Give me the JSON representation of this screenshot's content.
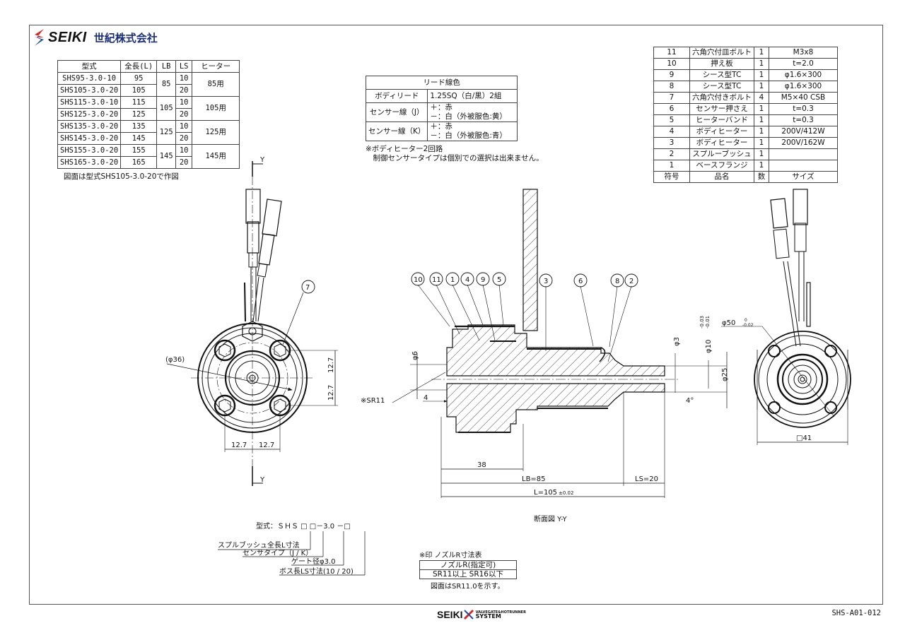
{
  "company": {
    "brand": "SEIKI",
    "name": "世紀株式会社",
    "brand_color": "#1a2e7a",
    "logo_colors": [
      "#d62828",
      "#1a4fa8"
    ]
  },
  "model_table": {
    "headers": [
      "型式",
      "全長(L)",
      "LB",
      "LS",
      "ヒーター"
    ],
    "rows": [
      {
        "model": "SHS95-3.0-10",
        "L": "95",
        "LB": "85",
        "LS": "10",
        "heater": "85用"
      },
      {
        "model": "SHS105-3.0-20",
        "L": "105",
        "LB": "85",
        "LS": "20",
        "heater": "85用"
      },
      {
        "model": "SHS115-3.0-10",
        "L": "115",
        "LB": "105",
        "LS": "10",
        "heater": "105用"
      },
      {
        "model": "SHS125-3.0-20",
        "L": "125",
        "LB": "105",
        "LS": "20",
        "heater": "105用"
      },
      {
        "model": "SHS135-3.0-20",
        "L": "135",
        "LB": "125",
        "LS": "10",
        "heater": "125用"
      },
      {
        "model": "SHS145-3.0-20",
        "L": "145",
        "LB": "125",
        "LS": "20",
        "heater": "125用"
      },
      {
        "model": "SHS155-3.0-20",
        "L": "155",
        "LB": "145",
        "LS": "10",
        "heater": "145用"
      },
      {
        "model": "SHS165-3.0-20",
        "L": "165",
        "LB": "145",
        "LS": "20",
        "heater": "145用"
      }
    ],
    "note": "図面は型式SHS105-3.0-20で作図"
  },
  "lead_table": {
    "title": "リード線色",
    "rows": [
      {
        "label": "ボディリード",
        "value": [
          "1.25SQ（白/黒）2組"
        ]
      },
      {
        "label": "センサー線（J）",
        "value": [
          "＋：赤",
          "－：白（外被服色:黄）"
        ]
      },
      {
        "label": "センサー線（K）",
        "value": [
          "＋：赤",
          "－：白（外被服色:青）"
        ]
      }
    ],
    "notes": [
      "※ボディヒーター2回路",
      "　制御センサータイプは個別での選択は出来ません。"
    ]
  },
  "parts_table": {
    "rows": [
      {
        "no": "11",
        "name": "六角穴付皿ボルト",
        "qty": "1",
        "size": "M3x8"
      },
      {
        "no": "10",
        "name": "押え板",
        "qty": "1",
        "size": "t=2.0"
      },
      {
        "no": "9",
        "name": "シース型TC",
        "qty": "1",
        "size": "φ1.6×300"
      },
      {
        "no": "8",
        "name": "シース型TC",
        "qty": "1",
        "size": "φ1.6×300"
      },
      {
        "no": "7",
        "name": "六角穴付きボルト",
        "qty": "4",
        "size": "M5×40 CSB"
      },
      {
        "no": "6",
        "name": "センサー押さえ",
        "qty": "1",
        "size": "t=0.3"
      },
      {
        "no": "5",
        "name": "ヒーターバンド",
        "qty": "1",
        "size": "t=0.3"
      },
      {
        "no": "4",
        "name": "ボディヒーター",
        "qty": "1",
        "size": "200V/412W"
      },
      {
        "no": "3",
        "name": "ボディヒーター",
        "qty": "1",
        "size": "200V/162W"
      },
      {
        "no": "2",
        "name": "スプルーブッシュ",
        "qty": "1",
        "size": ""
      },
      {
        "no": "1",
        "name": "ベースフランジ",
        "qty": "1",
        "size": ""
      }
    ],
    "headers": {
      "no": "符号",
      "name": "品名",
      "qty": "数",
      "size": "サイズ"
    }
  },
  "front_view": {
    "section_mark": "Y",
    "dims": {
      "pcd": "(φ36)",
      "h1": "12.7",
      "h2": "12.7",
      "w1": "12.7",
      "w2": "12.7"
    },
    "balloon": "7"
  },
  "section_view": {
    "balloons": [
      "10",
      "11",
      "1",
      "4",
      "9",
      "5",
      "3",
      "6",
      "8",
      "2"
    ],
    "dims": {
      "d6": "φ6",
      "sr": "※SR11",
      "four": "4",
      "d3": "φ3",
      "d10": "φ10",
      "d10_tol_upper": "-0.03",
      "d10_tol_lower": "-0.01",
      "d25": "φ25",
      "angle": "4°",
      "d38": "38",
      "lb": "LB=85",
      "ls": "LS=20",
      "l": "L=105",
      "l_tol": "±0.02"
    },
    "caption": "断面図 Y-Y"
  },
  "side_view": {
    "dims": {
      "d50": "φ50",
      "d50_tol_upper": "0",
      "d50_tol_lower": "-0.02",
      "sq41": "□41"
    }
  },
  "model_code": {
    "label": "型式：ＳＨＳ □ □－3.0 －□",
    "items": [
      "スプルブッシュ全長L寸法",
      "センサタイプ（J / K）",
      "ゲート径φ3.0",
      "ボス長LS寸法(10 / 20)"
    ]
  },
  "nozzle_table": {
    "title": "※印 ノズルR寸法表",
    "header": "ノズルR(指定可)",
    "value": "SR11以上 SR16以下",
    "note": "図面はSR11.0を示す。"
  },
  "footer": {
    "brand": "SEIKI",
    "sub1": "VALVEGATE&HOTRUNNER",
    "sub2": "SYSTEM",
    "doc_no": "SHS-A01-012"
  }
}
